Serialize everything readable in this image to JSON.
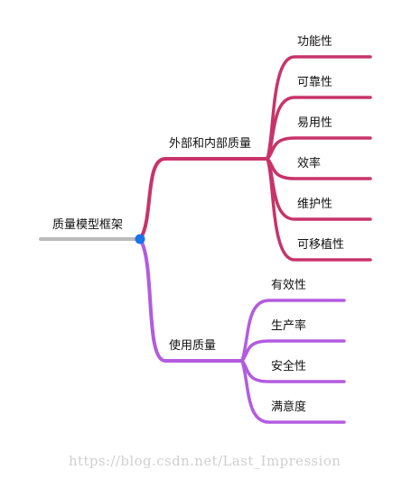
{
  "root": {
    "label": "质量模型框架"
  },
  "branches": [
    {
      "label": "外部和内部质量",
      "color": "#C8336A",
      "children": [
        "功能性",
        "可靠性",
        "易用性",
        "效率",
        "维护性",
        "可移植性"
      ]
    },
    {
      "label": "使用质量",
      "color": "#B35BE0",
      "children": [
        "有效性",
        "生产率",
        "安全性",
        "满意度"
      ]
    }
  ],
  "colors": {
    "root_line": "#BBBBBB",
    "center_dot": "#1A73E8"
  },
  "watermark": "https://blog.csdn.net/Last_Impression"
}
